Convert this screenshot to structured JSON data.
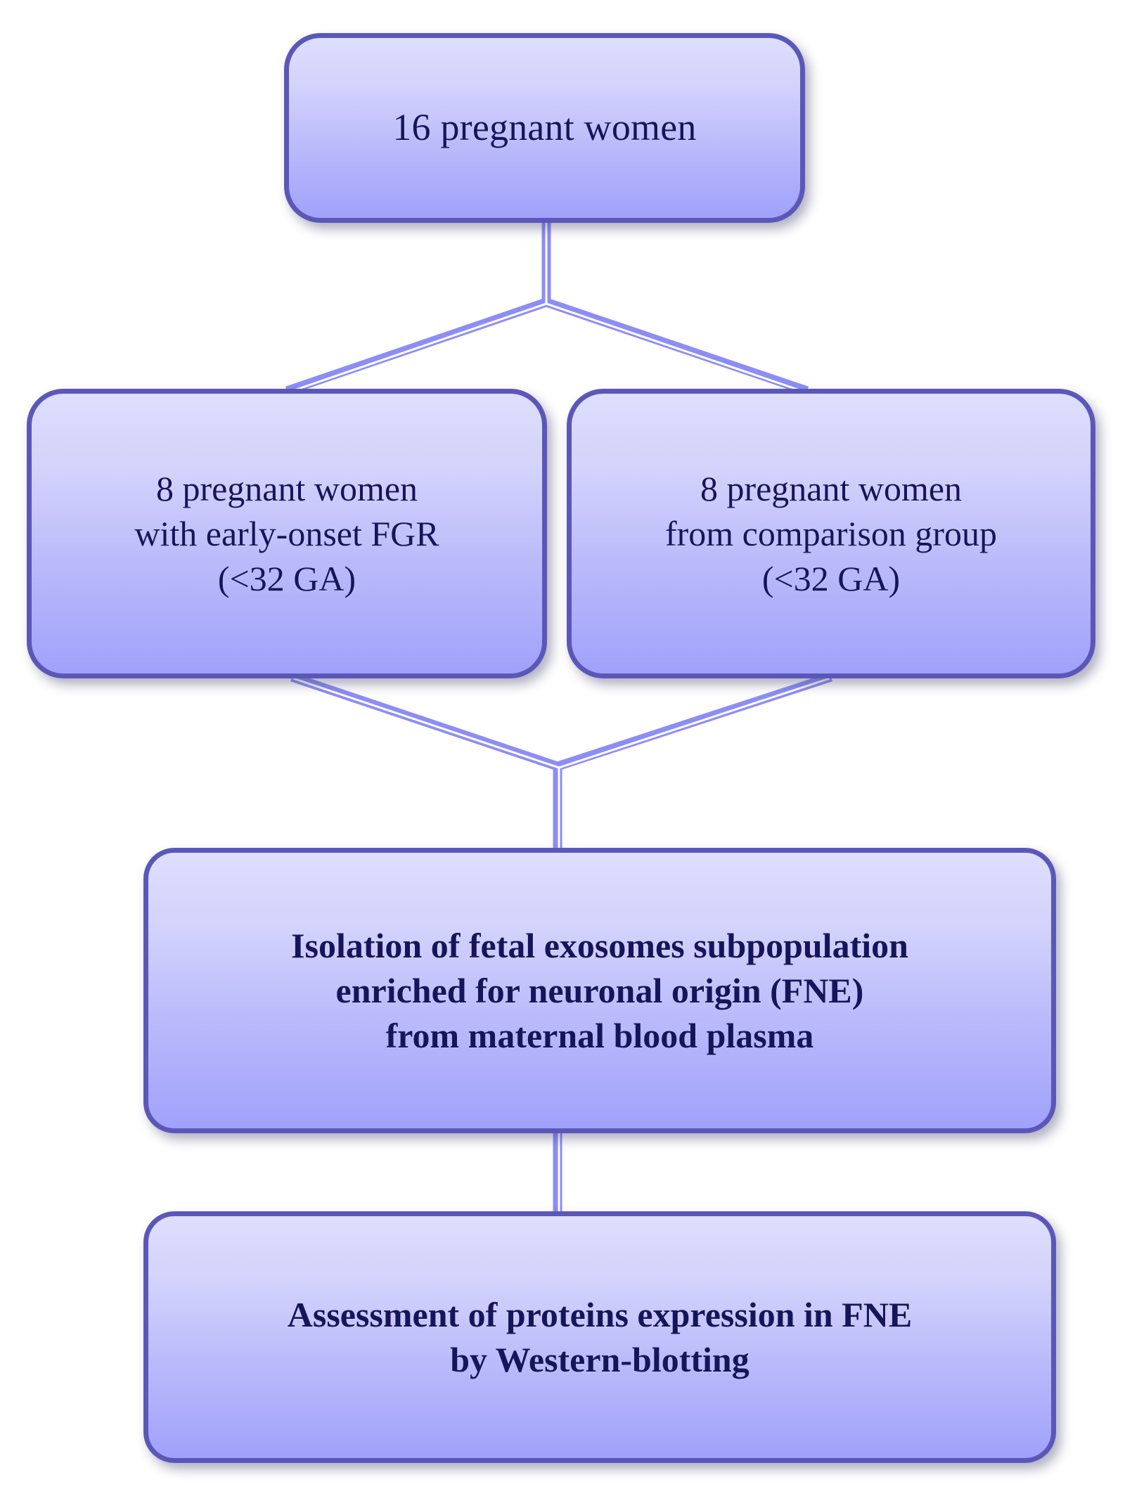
{
  "diagram": {
    "type": "flowchart",
    "orientation": "top-to-bottom",
    "title": "",
    "colors": {
      "box_border": "#5b57b9",
      "box_fill_top": "#dedefd",
      "box_fill_bottom": "#a1a1fb",
      "text": "#15155c",
      "connector_stroke": "#8d8df6",
      "connector_inner": "#ffffff",
      "background": "#ffffff"
    },
    "nodes": [
      {
        "id": "total",
        "label": "16 pregnant women",
        "bold": false
      },
      {
        "id": "fgr",
        "label": "8 pregnant women\nwith early-onset FGR\n(<32 GA)",
        "bold": false
      },
      {
        "id": "comparison",
        "label": "8 pregnant women\nfrom comparison group\n(<32 GA)",
        "bold": false
      },
      {
        "id": "isolation",
        "label": "Isolation of fetal exosomes subpopulation\nenriched for neuronal origin (FNE)\nfrom maternal blood plasma",
        "bold": true
      },
      {
        "id": "assessment",
        "label": "Assessment of proteins expression in FNE\nby Western-blotting",
        "bold": true
      }
    ],
    "edges": [
      {
        "from": "total",
        "to": "fgr",
        "style": "split"
      },
      {
        "from": "total",
        "to": "comparison",
        "style": "split"
      },
      {
        "from": "fgr",
        "to": "isolation",
        "style": "merge"
      },
      {
        "from": "comparison",
        "to": "isolation",
        "style": "merge"
      },
      {
        "from": "isolation",
        "to": "assessment",
        "style": "straight"
      }
    ]
  }
}
